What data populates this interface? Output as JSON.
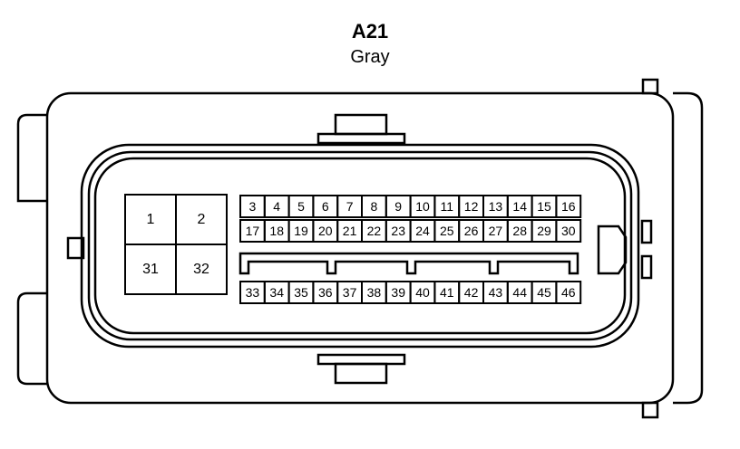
{
  "connector": {
    "code": "A21",
    "color": "Gray",
    "large_pins": [
      "1",
      "2",
      "31",
      "32"
    ],
    "row1_pins": [
      "3",
      "4",
      "5",
      "6",
      "7",
      "8",
      "9",
      "10",
      "11",
      "12",
      "13",
      "14",
      "15",
      "16"
    ],
    "row2_pins": [
      "17",
      "18",
      "19",
      "20",
      "21",
      "22",
      "23",
      "24",
      "25",
      "26",
      "27",
      "28",
      "29",
      "30"
    ],
    "row3_pins": [
      "33",
      "34",
      "35",
      "36",
      "37",
      "38",
      "39",
      "40",
      "41",
      "42",
      "43",
      "44",
      "45",
      "46"
    ]
  }
}
